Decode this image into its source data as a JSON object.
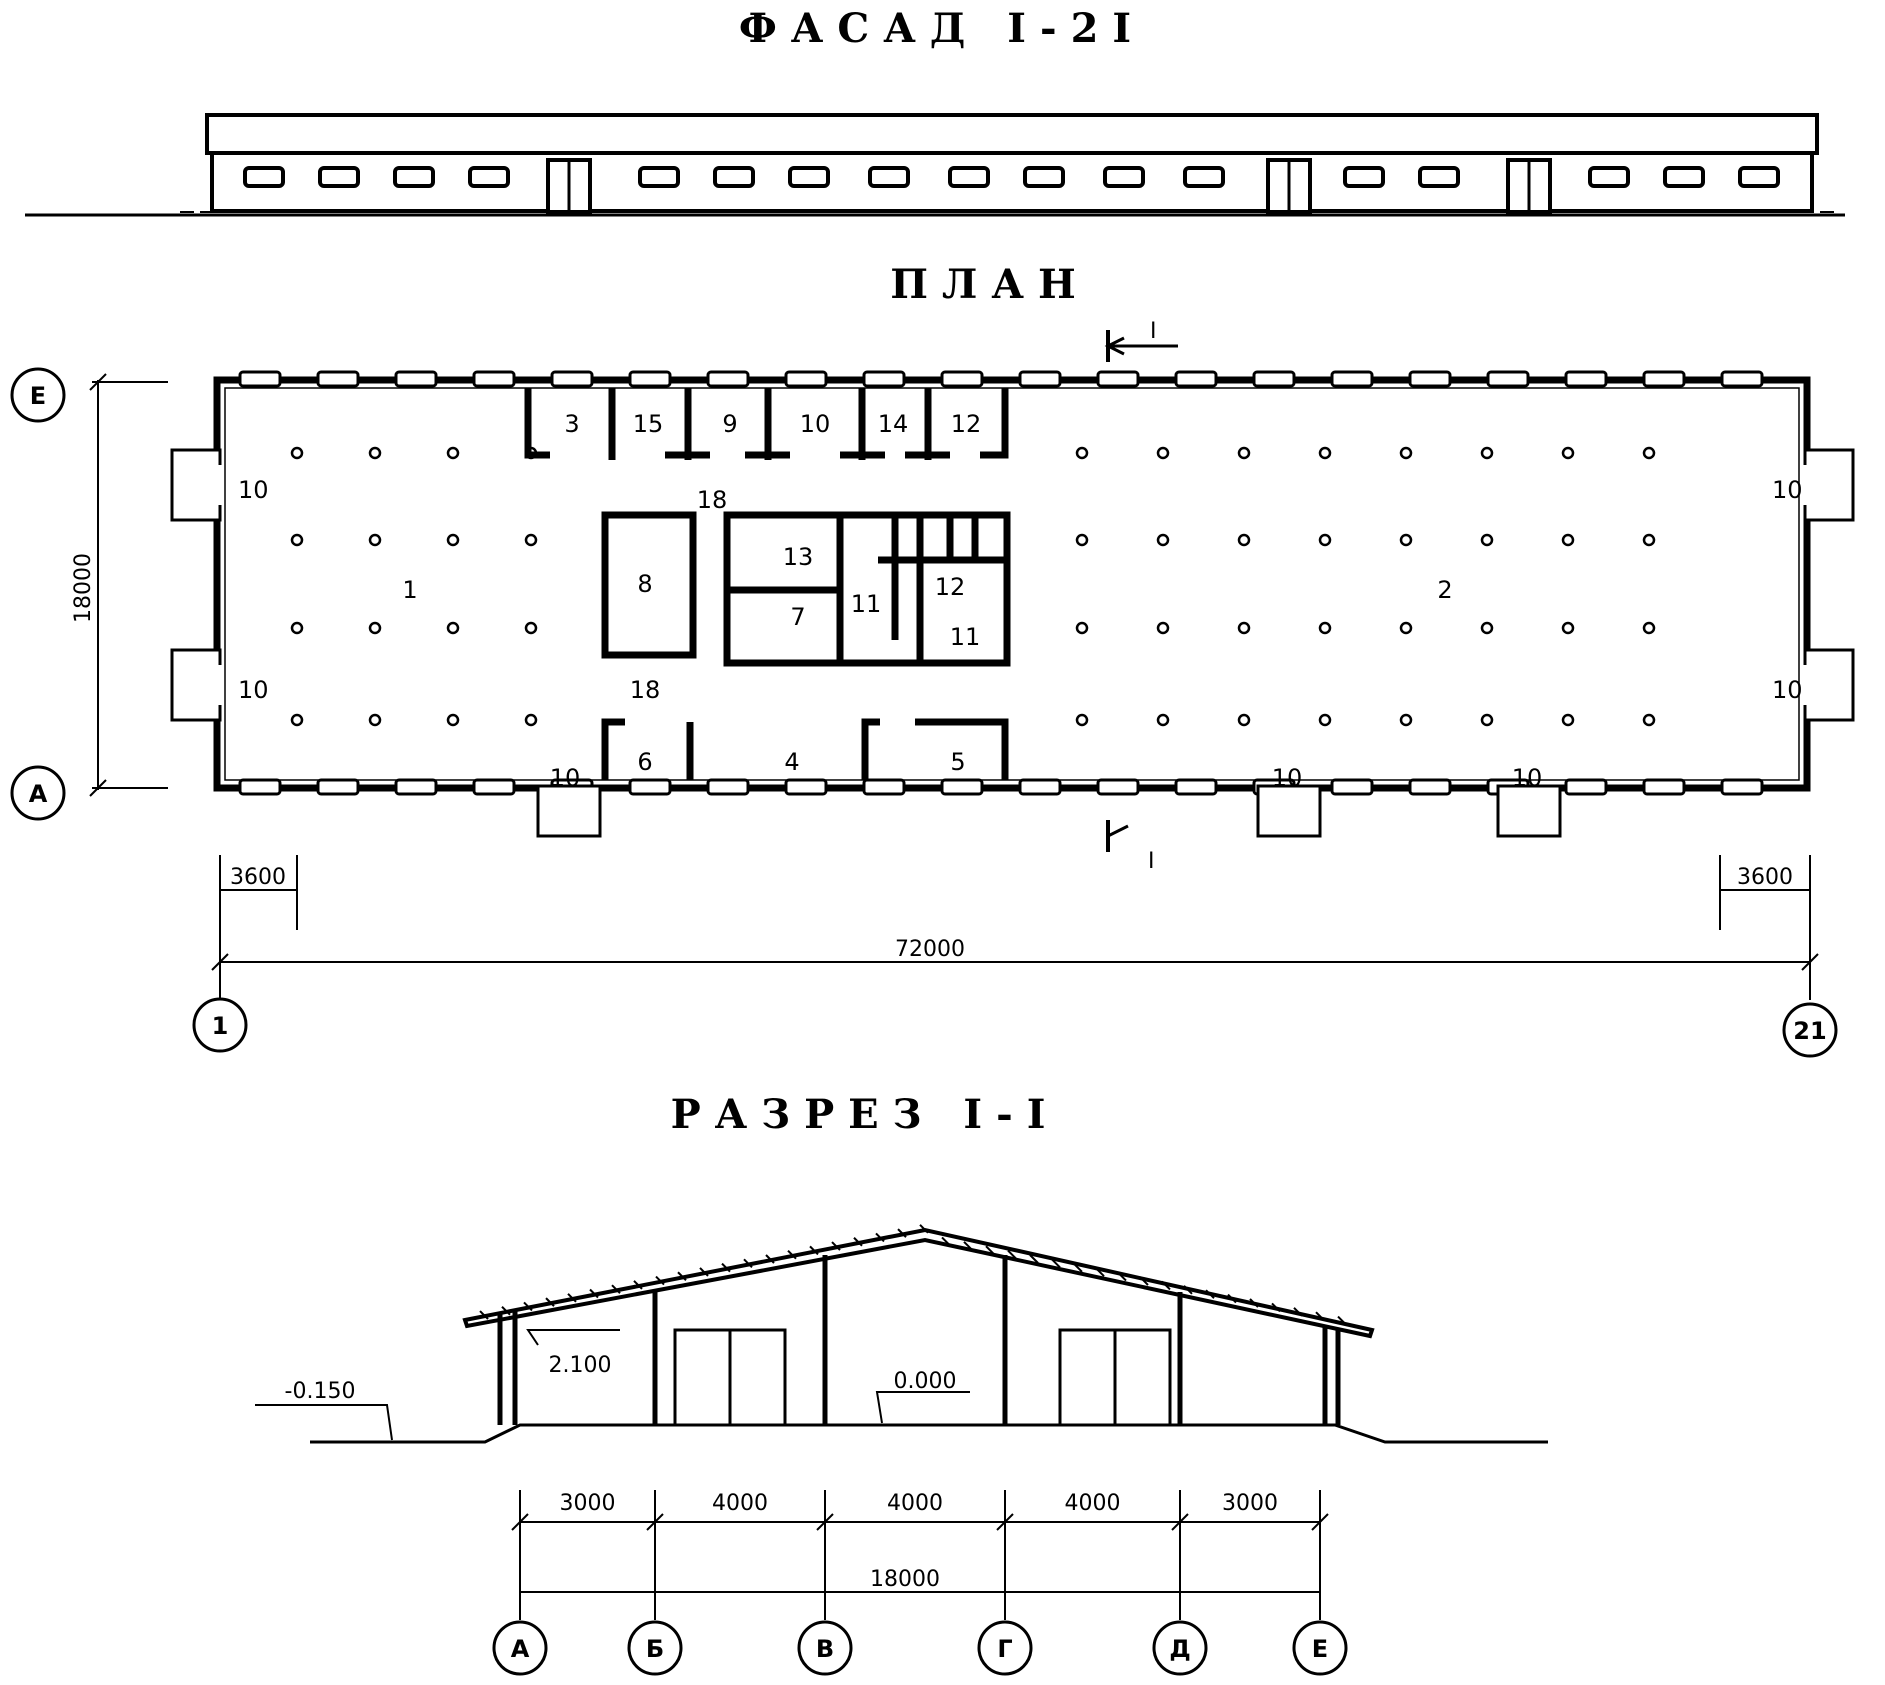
{
  "titles": {
    "facade": "ФАСАД I-2I",
    "plan": "ПЛАН",
    "section": "РАЗРЕЗ I-I"
  },
  "plan": {
    "axes_rows": [
      "Е",
      "А"
    ],
    "axes_cols": [
      "1",
      "21"
    ],
    "rooms": {
      "r1": "1",
      "r2": "2",
      "r3": "3",
      "r4": "4",
      "r5": "5",
      "r6": "6",
      "r7": "7",
      "r8": "8",
      "r9": "9",
      "r10_top": "10",
      "r10_left_top": "10",
      "r10_left_bot": "10",
      "r10_right_top": "10",
      "r10_right_bot": "10",
      "r10_bot_a": "10",
      "r10_bot_b": "10",
      "r10_bot_c": "10",
      "r11a": "11",
      "r11b": "11",
      "r12a": "12",
      "r12b": "12",
      "r13": "13",
      "r14": "14",
      "r15": "15",
      "r18a": "18",
      "r18b": "18"
    },
    "dims": {
      "width": "18000",
      "length": "72000",
      "bay_left": "3600",
      "bay_right": "3600"
    },
    "cut_marks": {
      "top": "I",
      "bottom": "I"
    }
  },
  "section": {
    "axes": [
      "А",
      "Б",
      "В",
      "Г",
      "Д",
      "Е"
    ],
    "spans": [
      "3000",
      "4000",
      "4000",
      "4000",
      "3000"
    ],
    "total": "18000",
    "levels": {
      "ground": "-0.150",
      "floor": "0.000",
      "eave": "2.100"
    }
  }
}
